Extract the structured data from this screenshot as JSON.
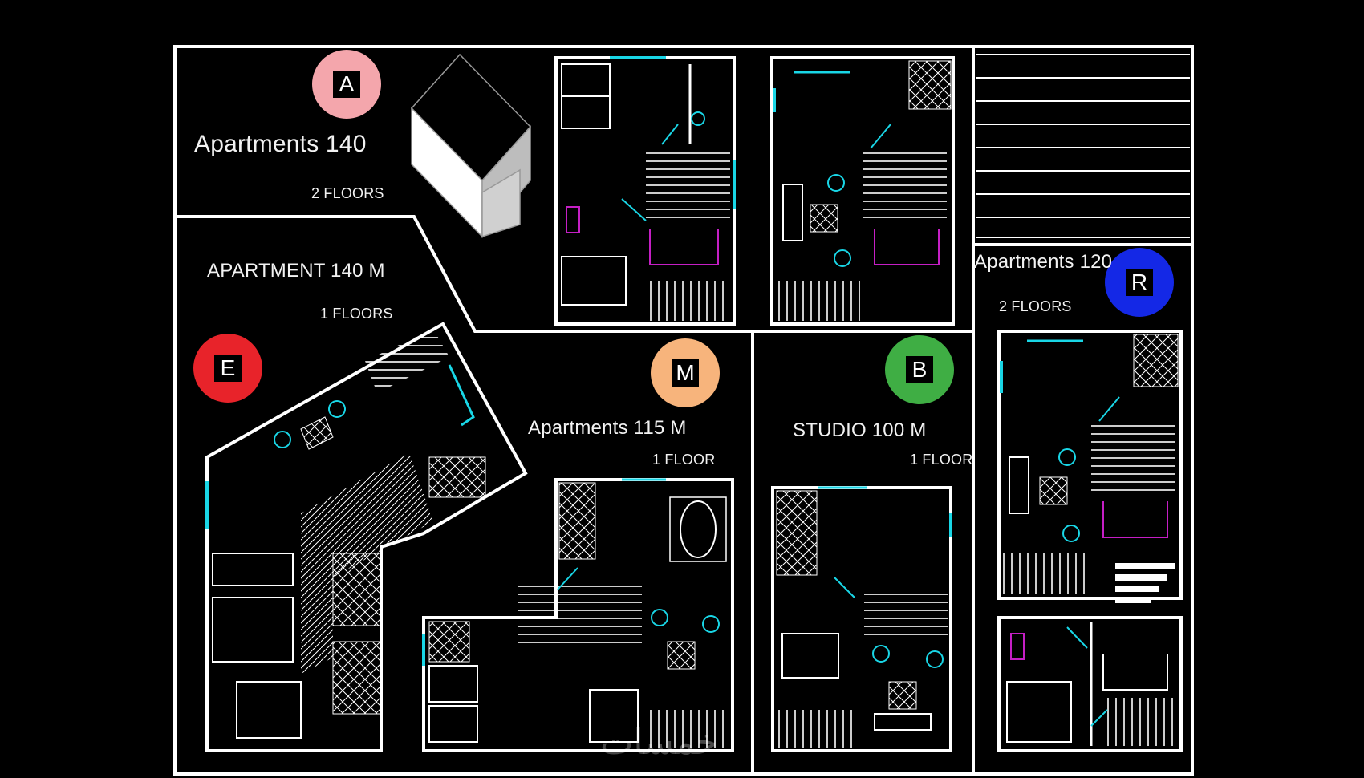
{
  "colors": {
    "badge_A": "#f4a6ac",
    "badge_E": "#e8232a",
    "badge_M": "#f7b47c",
    "badge_B": "#3fae44",
    "badge_R": "#1428e6",
    "wall": "#ffffff",
    "window": "#19d6e6",
    "furniture_accent": "#c51fc5"
  },
  "blocks": {
    "a": {
      "badge": "A",
      "title": "Apartments 140",
      "floors": "2 FLOORS"
    },
    "e": {
      "badge": "E",
      "title": "APARTMENT 140 M",
      "floors": "1 FLOORS"
    },
    "m": {
      "badge": "M",
      "title": "Apartments 115 M",
      "floors": "1 FLOOR"
    },
    "b": {
      "badge": "B",
      "title": "STUDIO 100 M",
      "floors": "1 FLOOR"
    },
    "r": {
      "badge": "R",
      "title": "Apartments 120",
      "floors": "2 FLOORS"
    }
  },
  "watermark": "خمسات"
}
